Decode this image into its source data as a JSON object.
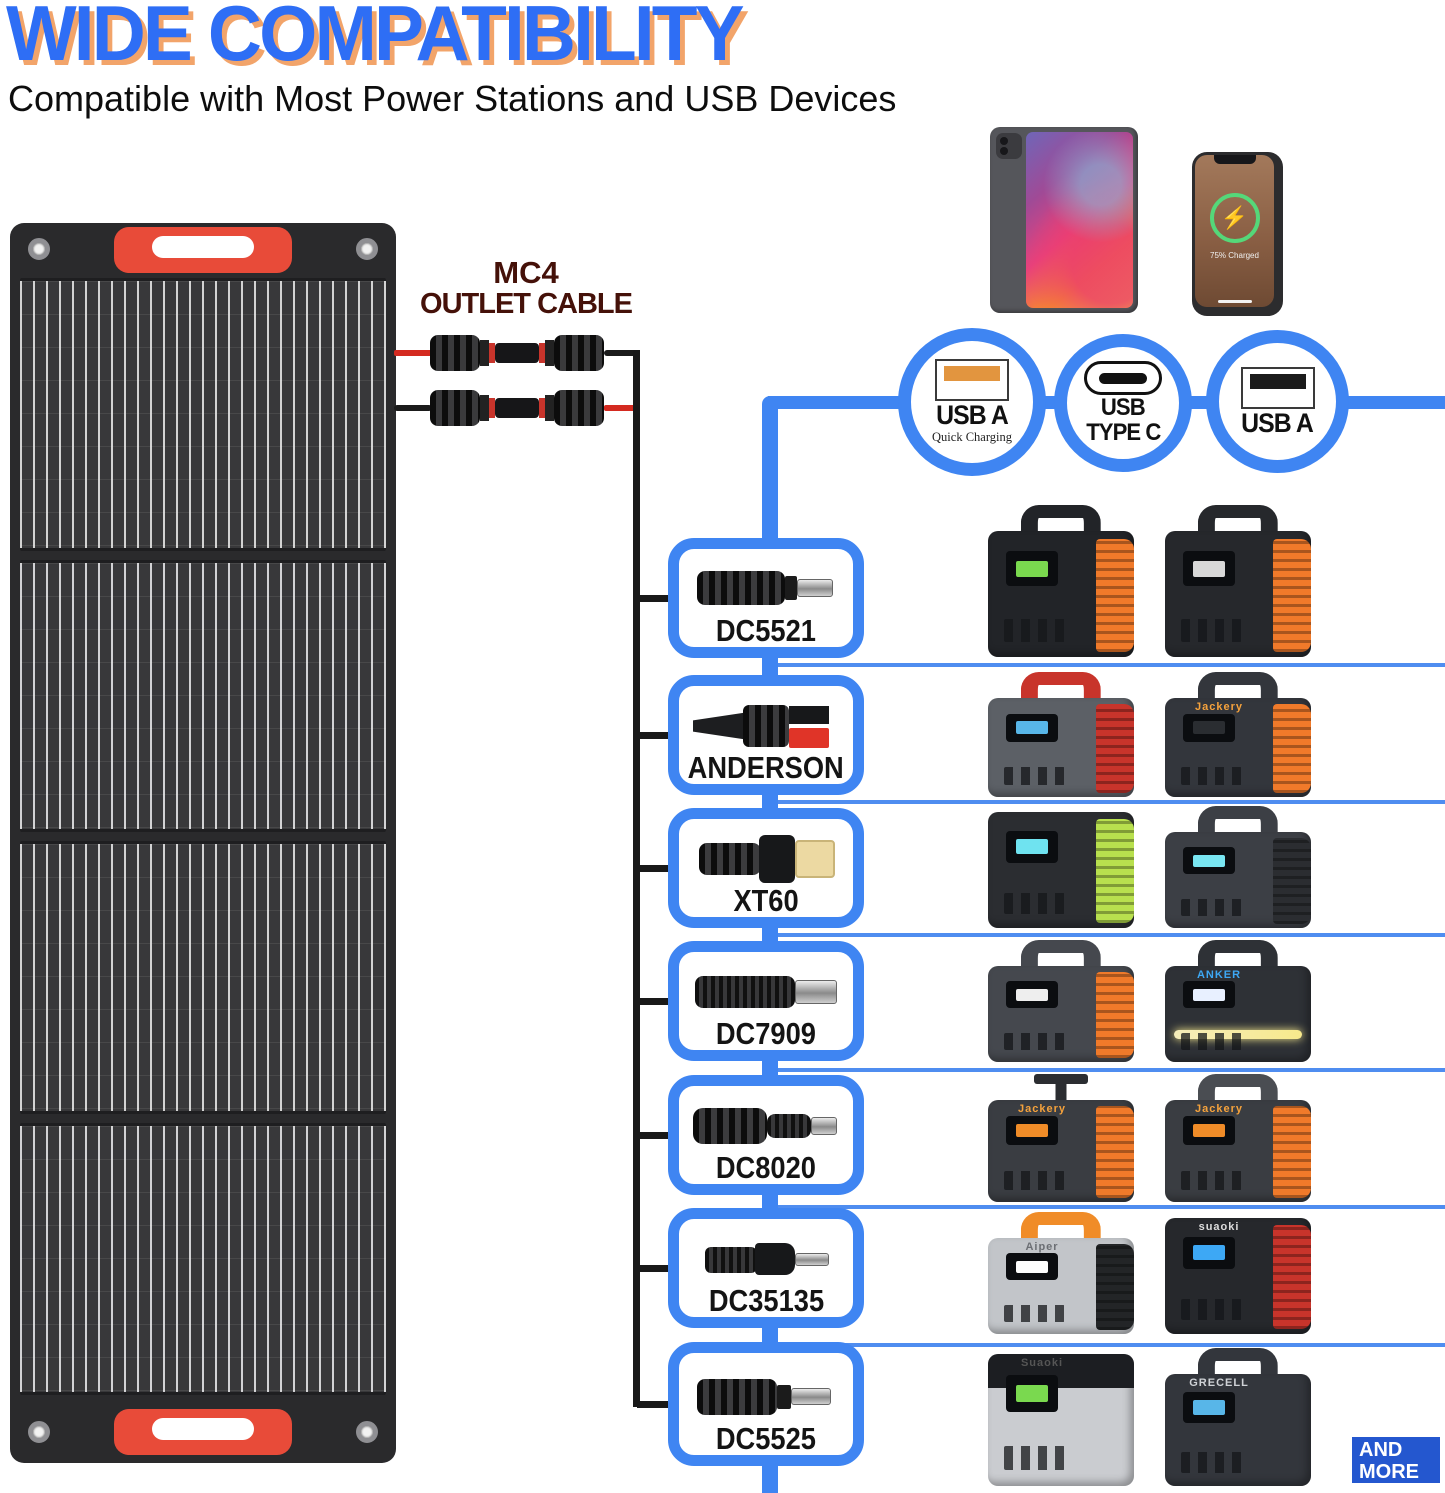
{
  "header": {
    "title": "WIDE COMPATIBILITY",
    "subtitle": "Compatible with Most Power Stations and USB Devices"
  },
  "mc4": {
    "line1": "MC4",
    "line2": "OUTLET CABLE"
  },
  "usb_ports": [
    {
      "label": "USB A",
      "sublabel": "Quick Charging",
      "icon": "usb-a-port-icon",
      "bar_color": "#e2953f"
    },
    {
      "label": "USB",
      "label2": "TYPE C",
      "icon": "usb-c-port-icon",
      "bar_color": "#111111"
    },
    {
      "label": "USB A",
      "sublabel": "",
      "icon": "usb-a-port-icon",
      "bar_color": "#1b1b1b"
    }
  ],
  "top_devices": {
    "tablet": "tablet-charging",
    "phone": "phone-charging",
    "phone_status": "75% Charged",
    "bolt": "⚡"
  },
  "connectors": [
    {
      "label": "DC5521",
      "style": "dc5521",
      "devices": [
        {
          "brand": "",
          "body": "#222428",
          "accent": "#f07a2a",
          "handle": "arch",
          "handle_color": "#222428",
          "screen": "#7ad94f"
        },
        {
          "brand": "",
          "body": "#26282c",
          "accent": "#f07a2a",
          "handle": "arch",
          "handle_color": "#26282c",
          "screen": "#d8d8d8"
        }
      ]
    },
    {
      "label": "ANDERSON",
      "style": "anderson",
      "devices": [
        {
          "brand": "",
          "body": "#5c6066",
          "accent": "#c8342b",
          "handle": "arch",
          "handle_color": "#c8342b",
          "screen": "#58b6e8"
        },
        {
          "brand": "Jackery",
          "brand_color": "#f5a23c",
          "body": "#33363c",
          "accent": "#f07a2a",
          "handle": "arch",
          "handle_color": "#33363c",
          "screen": "#2a2d31"
        }
      ]
    },
    {
      "label": "XT60",
      "style": "xt60",
      "devices": [
        {
          "brand": "",
          "body": "#2b2d31",
          "accent": "#b8e04e",
          "handle": "none",
          "screen": "#6fe3f0"
        },
        {
          "brand": "",
          "body": "#3c3f45",
          "accent": "#2b2d31",
          "handle": "arch",
          "handle_color": "#3c3f45",
          "screen": "#79e6f2"
        }
      ]
    },
    {
      "label": "DC7909",
      "style": "dc7909",
      "devices": [
        {
          "brand": "",
          "body": "#45484e",
          "accent": "#f07a2a",
          "handle": "arch",
          "handle_color": "#45484e",
          "screen": "#eeeeee"
        },
        {
          "brand": "ANKER",
          "brand_color": "#3da8f5",
          "body": "#2e3136",
          "handle": "arch",
          "handle_color": "#2e3136",
          "screen": "#e8f0ff",
          "lightbar": true
        }
      ]
    },
    {
      "label": "DC8020",
      "style": "dc8020",
      "devices": [
        {
          "brand": "Jackery",
          "brand_color": "#f5a23c",
          "body": "#3a3d42",
          "accent": "#f07a2a",
          "handle": "strap",
          "handle_color": "#2b2d31",
          "screen": "#f08c28"
        },
        {
          "brand": "Jackery",
          "brand_color": "#f5a23c",
          "body": "#3a3d42",
          "accent": "#f07a2a",
          "handle": "arch",
          "handle_color": "#4a4d52",
          "screen": "#f08c28"
        }
      ]
    },
    {
      "label": "DC35135",
      "style": "dc35135",
      "devices": [
        {
          "brand": "Aiper",
          "brand_color": "#6b6e73",
          "body": "#c2c5c9",
          "accent": "#232527",
          "handle": "arch",
          "handle_color": "#f08c28",
          "screen": "#fdfdfd"
        },
        {
          "brand": "suaoki",
          "brand_color": "#dddddd",
          "body": "#26282c",
          "accent": "#c8342b",
          "handle": "none",
          "screen": "#3da8f5"
        }
      ]
    },
    {
      "label": "DC5525",
      "style": "dc5525",
      "devices": [
        {
          "brand": "Suaoki",
          "brand_color": "#555555",
          "body": "#caccd0",
          "top_band": "#1c1e22",
          "handle": "none",
          "screen": "#7ad94f"
        },
        {
          "brand": "GRECELL",
          "brand_color": "#cfd2d6",
          "body": "#33363c",
          "handle": "arch",
          "handle_color": "#33363c",
          "screen": "#58b6e8"
        }
      ]
    }
  ],
  "footer": {
    "more_line1": "AND",
    "more_line2": "MORE"
  },
  "colors": {
    "accent_blue": "#3f85f2",
    "title_blue": "#2e6ef5",
    "title_shadow": "#f2a46a",
    "handle_red": "#e84b39",
    "mc4_text": "#451109",
    "and_more_bg": "#2457cf"
  }
}
